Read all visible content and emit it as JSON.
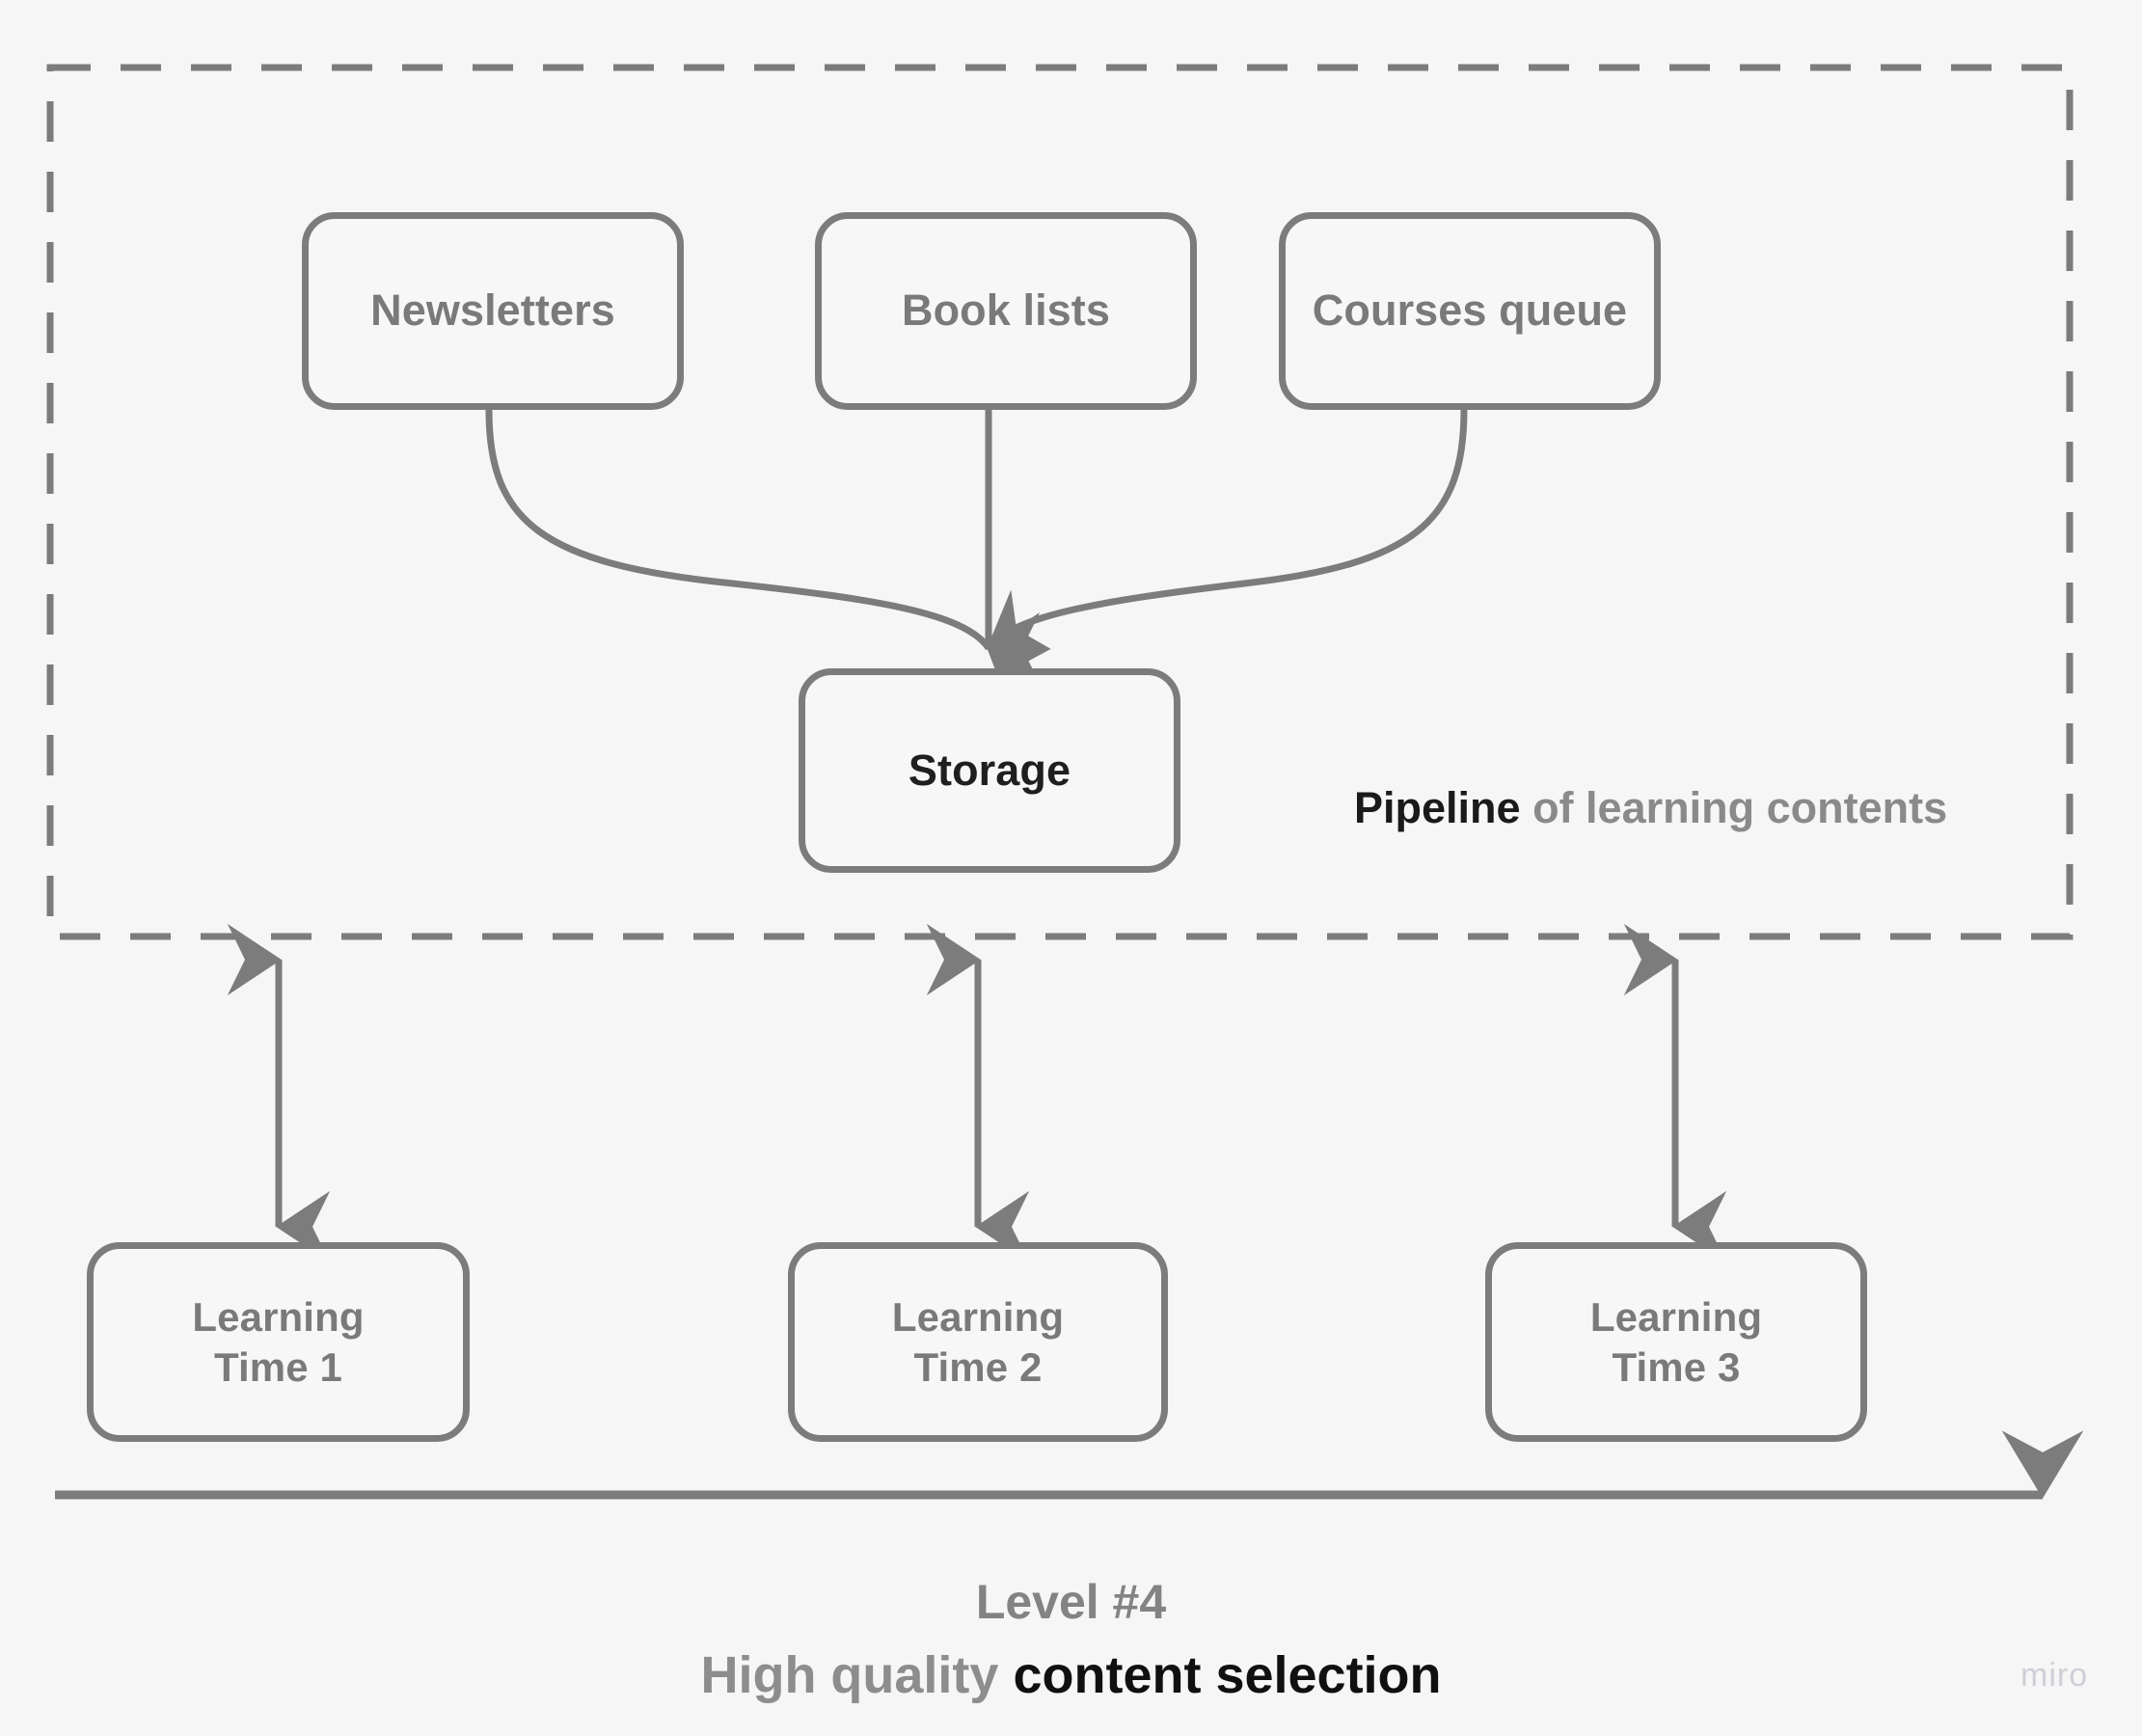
{
  "diagram": {
    "background_color": "#f6f6f6",
    "stroke_color": "#7c7c7c",
    "label_color": "#7a7a7a",
    "accent_dark": "#1a1a1a",
    "group": {
      "name": "pipeline-group",
      "style": "dashed",
      "caption_strong": "Pipeline",
      "caption_rest": " of learning contents"
    },
    "sources": [
      {
        "id": "newsletters",
        "label": "Newsletters"
      },
      {
        "id": "book-lists",
        "label": "Book lists"
      },
      {
        "id": "courses-queue",
        "label": "Courses queue"
      }
    ],
    "storage": {
      "id": "storage",
      "label": "Storage"
    },
    "learning_times": [
      {
        "id": "learning-time-1",
        "line1": "Learning",
        "line2": "Time 1"
      },
      {
        "id": "learning-time-2",
        "line1": "Learning",
        "line2": "Time 2"
      },
      {
        "id": "learning-time-3",
        "line1": "Learning",
        "line2": "Time 3"
      }
    ],
    "timeline": {
      "name": "time-axis",
      "direction": "right"
    },
    "title": {
      "line1": "Level #4",
      "line2_rest": "High quality ",
      "line2_strong": "content selection"
    },
    "watermark": "miro"
  }
}
